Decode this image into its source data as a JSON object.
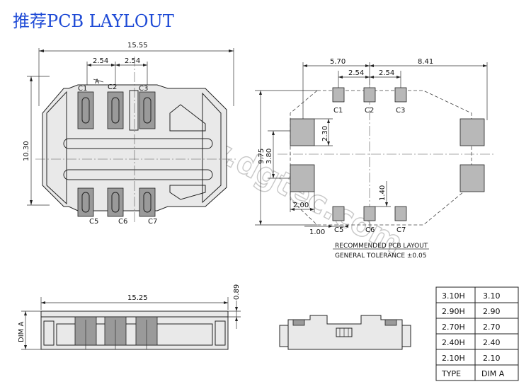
{
  "title": "推荐PCB LAYLOUT",
  "watermark": "www.dgtec.com",
  "top_view": {
    "width_label": "15.55",
    "height_label": "10.30",
    "pitch_left": "2.54",
    "pitch_right": "2.54",
    "section_mark": "A",
    "pins_top": [
      "C1",
      "C2",
      "C3"
    ],
    "pins_bottom": [
      "C5",
      "C6",
      "C7"
    ]
  },
  "pcb_layout": {
    "dim_left": "5.70",
    "dim_right": "8.41",
    "pitch_left": "2.54",
    "pitch_right": "2.54",
    "pad_height": "2.30",
    "pad_gap": "3.80",
    "overall_height": "9.75",
    "pad_width": "2.00",
    "small_pad_offset": "1.40",
    "small_pad_width": "1.00",
    "pads_top": [
      "C1",
      "C2",
      "C3"
    ],
    "pads_bottom": [
      "C5",
      "C6",
      "C7"
    ],
    "note_line1": "RECOMMENDED PCB LAYOUT",
    "note_line2": "GENERAL TOLERANCE ±0.05"
  },
  "side_view": {
    "width_label": "15.25",
    "top_label": "0.89",
    "height_label": "DIM A"
  },
  "table": {
    "rows": [
      [
        "3.10H",
        "3.10"
      ],
      [
        "2.90H",
        "2.90"
      ],
      [
        "2.70H",
        "2.70"
      ],
      [
        "2.40H",
        "2.40"
      ],
      [
        "2.10H",
        "2.10"
      ],
      [
        "TYPE",
        "DIM A"
      ]
    ]
  }
}
